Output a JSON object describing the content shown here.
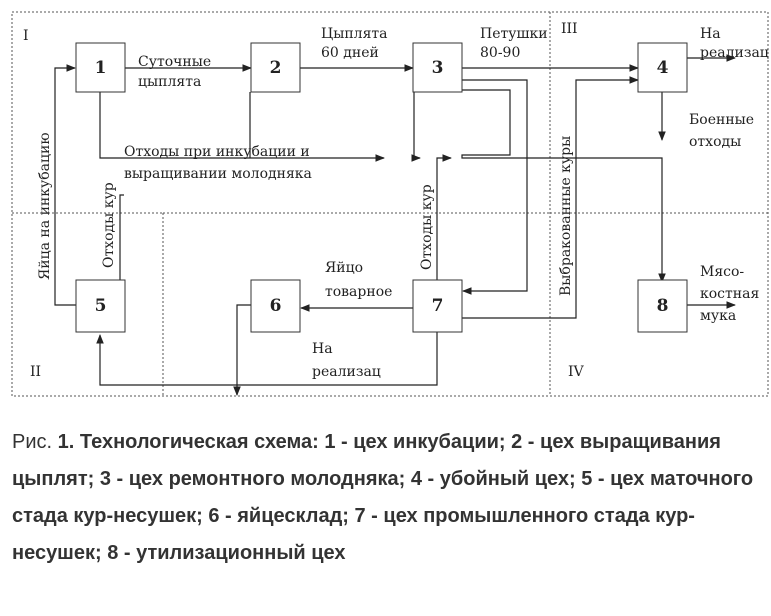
{
  "diagram": {
    "zones": [
      "I",
      "II",
      "III",
      "IV"
    ],
    "boxes": [
      "1",
      "2",
      "3",
      "4",
      "5",
      "6",
      "7",
      "8"
    ],
    "labels": {
      "daily_1": "Суточные",
      "daily_2": "цыплята",
      "chicks_1": "Цыплята",
      "chicks_2": "60 дней",
      "roosters_1": "Петушки",
      "roosters_2": "80-90",
      "sale4_1": "На",
      "sale4_2": "реализац",
      "waste_1": "Отходы при инкубации и",
      "waste_2": "выращивании молодняка",
      "slaughter_1": "Боенные",
      "slaughter_2": "отходы",
      "eggs_incub": "Яйца на инкубацию",
      "hen_waste_a": "Отходы кур",
      "hen_waste_b": "Отходы кур",
      "culled": "Выбракованные куры",
      "egg_1": "Яйцо",
      "egg_2": "товарное",
      "meal_1": "Мясо-",
      "meal_2": "костная",
      "meal_3": "мука",
      "sale7_1": "На",
      "sale7_2": "реализац"
    }
  },
  "caption": {
    "prefix": "Рис. ",
    "text": "1. Технологическая схема: 1 - цех инкубации; 2 - цех выращивания цыплят; 3 - цех ремонтного молодняка; 4 - убойный цех; 5 - цех маточного стада кур-несушек; 6 - яйцесклад; 7 - цех промышленного стада кур-несушек; 8 - утилизационный цех"
  }
}
